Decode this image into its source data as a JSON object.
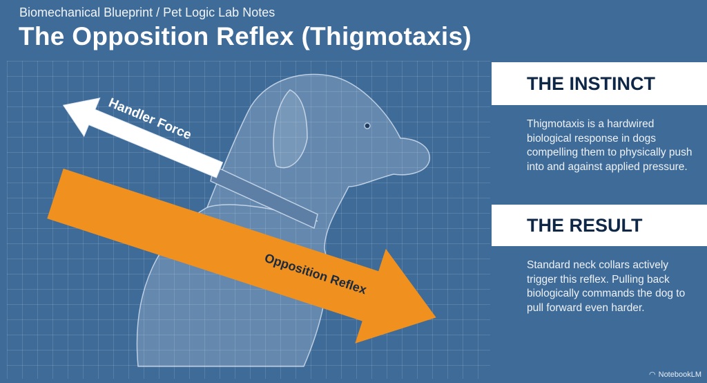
{
  "header": {
    "subtitle": "Biomechanical Blueprint / Pet Logic Lab Notes",
    "title": "The Opposition Reflex (Thigmotaxis)"
  },
  "diagram": {
    "handler_label": "Handler Force",
    "opposition_label": "Opposition Reflex",
    "colors": {
      "background": "#3f6b98",
      "orange": "#f0901e",
      "white": "#ffffff"
    }
  },
  "panels": [
    {
      "heading": "THE INSTINCT",
      "body": "Thigmotaxis is a hardwired biological response in dogs compelling them to physically push into and against applied pressure."
    },
    {
      "heading": "THE RESULT",
      "body": "Standard neck collars actively trigger this reflex. Pulling back biologically commands the dog to pull forward even harder."
    }
  ],
  "footer": {
    "brand": "NotebookLM"
  }
}
